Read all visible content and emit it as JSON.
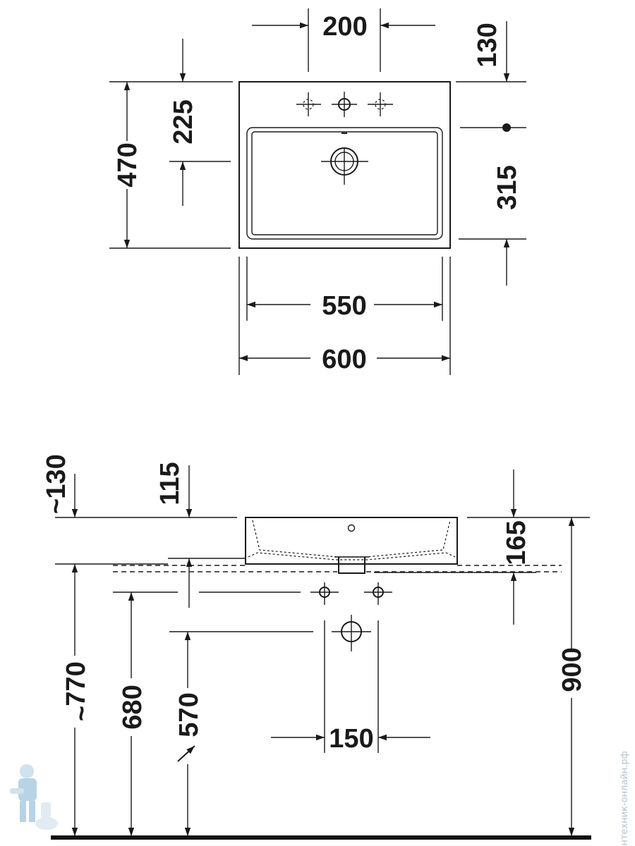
{
  "top_view": {
    "dim_200": "200",
    "dim_130": "130",
    "dim_225": "225",
    "dim_470": "470",
    "dim_315": "315",
    "dim_550": "550",
    "dim_600": "600"
  },
  "side_view": {
    "dim_130": "130",
    "dim_130_prefix": "~",
    "dim_115": "115",
    "dim_165": "165",
    "dim_770": "770",
    "dim_770_prefix": "~",
    "dim_680": "680",
    "dim_570": "570",
    "dim_150": "150",
    "dim_900": "900"
  },
  "watermark": {
    "text": "сантехник-онлайн.рф",
    "mascot_icon": "plumber-mascot-icon"
  },
  "colors": {
    "line": "#1a1a1a",
    "floor": "#111111",
    "watermark": "#b7c3cc"
  }
}
